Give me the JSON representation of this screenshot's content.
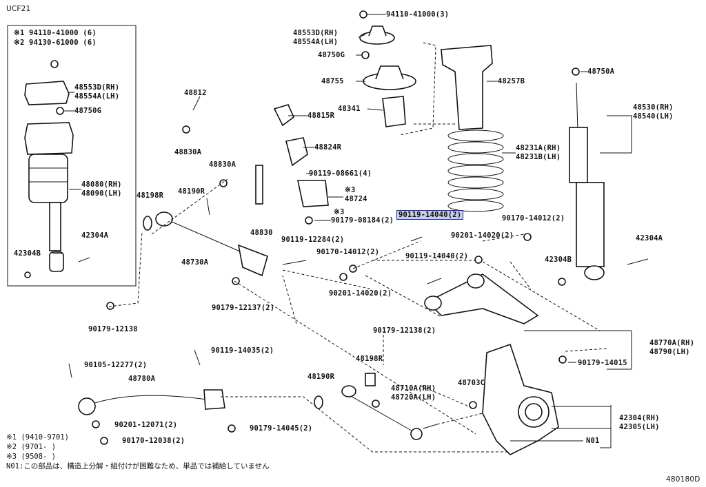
{
  "diagram": {
    "model": "UCF21",
    "figure_id": "480180D",
    "inset_notes": [
      "※1 94110-41000 (6)",
      "※2 94130-61000 (6)"
    ],
    "labels": {
      "p94110_top": "94110-41000(3)",
      "p48553D_top": "48553D(RH)",
      "p48554A_top": "48554A(LH)",
      "p48750G_top": "48750G",
      "p48755": "48755",
      "p48341": "48341",
      "p48257B": "48257B",
      "p48750A": "48750A",
      "p48530": "48530(RH)",
      "p48540": "48540(LH)",
      "p48231A": "48231A(RH)",
      "p48231B": "48231B(LH)",
      "p48553D_in": "48553D(RH)",
      "p48554A_in": "48554A(LH)",
      "p48750G_in": "48750G",
      "p48080": "48080(RH)",
      "p48090": "48090(LH)",
      "p42304A_in": "42304A",
      "p42304B_in": "42304B",
      "p48812": "48812",
      "p48815R": "48815R",
      "p48824R": "48824R",
      "p48830A_1": "48830A",
      "p48830A_2": "48830A",
      "p90119_08661": "90119-08661(4)",
      "note3_a": "※3",
      "p48724": "48724",
      "note3_b": "※3",
      "p90179_08184": "90179-08184(2)",
      "p48198R_top": "48198R",
      "p48190R_top": "48190R",
      "p48830": "48830",
      "p48730A": "48730A",
      "p90119_14040_hl": "90119-14040(2)",
      "p90170_14012_r": "90170-14012(2)",
      "p90201_14020_r": "90201-14020(2)",
      "p42304A_r": "42304A",
      "p90119_14040": "90119-14040(2)",
      "p42304B_r": "42304B",
      "p90119_12284": "90119-12284(2)",
      "p90170_14012_m": "90170-14012(2)",
      "p90201_14020_m": "90201-14020(2)",
      "p90179_12137": "90179-12137(2)",
      "p90179_12138_l": "90179-12138",
      "p90179_12138_m": "90179-12138(2)",
      "p48770A": "48770A(RH)",
      "p48790": "48790(LH)",
      "p90179_14015": "90179-14015",
      "p90119_14035": "90119-14035(2)",
      "p90105_12277": "90105-12277(2)",
      "p48780A": "48780A",
      "p90201_12071": "90201-12071(2)",
      "p90170_12038": "90170-12038(2)",
      "p48198R_bot": "48198R",
      "p48190R_bot": "48190R",
      "p48710A": "48710A(RH)",
      "p48720A": "48720A(LH)",
      "p48703C": "48703C",
      "p90179_14045": "90179-14045(2)",
      "p42304": "42304(RH)",
      "p42305": "42305(LH)",
      "pN01": "N01"
    },
    "footnotes": [
      "※1 (9410-9701)",
      "※2 (9701-     )",
      "※3 (9508-     )",
      "N01:この部品は、構造上分解・組付けが困難なため、単品では補給していません"
    ]
  }
}
